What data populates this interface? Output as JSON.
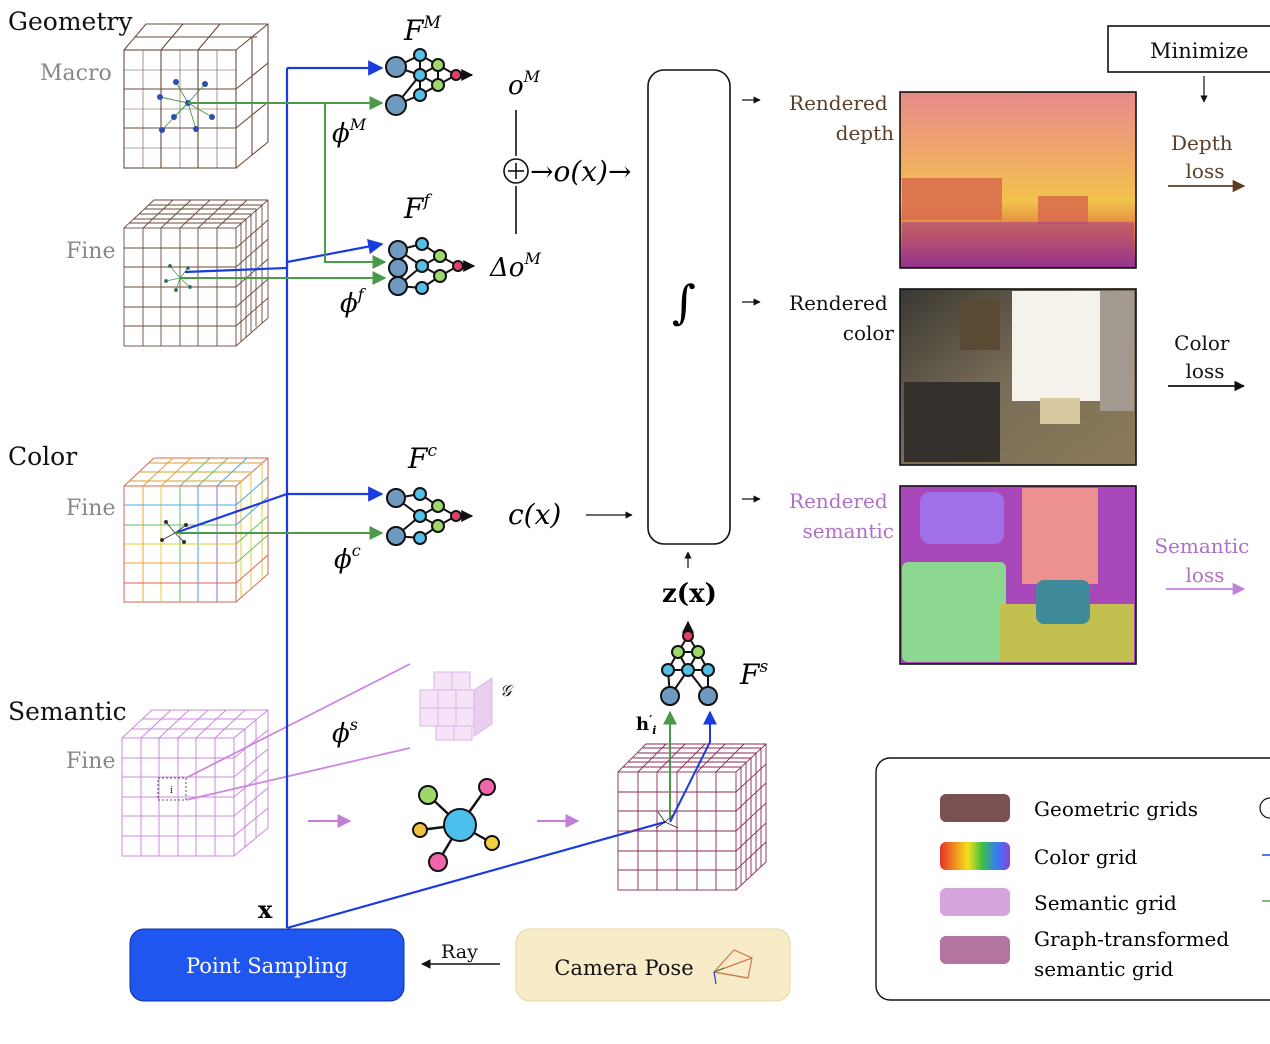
{
  "sections": {
    "geometry": "Geometry",
    "macro": "Macro",
    "fine1": "Fine",
    "color": "Color",
    "fine2": "Fine",
    "semantic": "Semantic",
    "fine3": "Fine"
  },
  "math": {
    "F_M_base": "F",
    "F_M_sup": "M",
    "phi_M_base": "ϕ",
    "phi_M_sup": "M",
    "o_M_base": "o",
    "o_M_sup": "M",
    "o_x": "→o(x)→",
    "F_f_base": "F",
    "F_f_sup": "f",
    "phi_f_base": "ϕ",
    "phi_f_sup": "f",
    "delta_o_base": "Δo",
    "delta_o_sup": "M",
    "F_c_base": "F",
    "F_c_sup": "c",
    "phi_c_base": "ϕ",
    "phi_c_sup": "c",
    "c_x": "c(x)",
    "phi_s_base": "ϕ",
    "phi_s_sup": "s",
    "G": "𝒢",
    "z_x": "z(x)",
    "F_s_base": "F",
    "F_s_sup": "s",
    "h_i_base": "h",
    "h_i_sup": "′",
    "h_i_sub": "i",
    "x": "x",
    "integral": "∫",
    "node_i": "i"
  },
  "outputs": {
    "rendered_depth": [
      "Rendered",
      "depth"
    ],
    "rendered_color": [
      "Rendered",
      "color"
    ],
    "rendered_semantic": [
      "Rendered",
      "semantic"
    ]
  },
  "losses": {
    "minimize": "Minimize",
    "depth_loss": [
      "Depth",
      "loss"
    ],
    "color_loss": [
      "Color",
      "loss"
    ],
    "semantic_loss": [
      "Semantic",
      "loss"
    ]
  },
  "bottom": {
    "point_sampling": "Point Sampling",
    "ray": "Ray",
    "camera_pose": "Camera Pose"
  },
  "legend": {
    "geometric_grids": "Geometric grids",
    "color_grid": "Color grid",
    "semantic_grid": "Semantic grid",
    "graph_transformed": [
      "Graph-transformed",
      "semantic grid"
    ]
  },
  "colors": {
    "geometry_grid": "#6b4a3a",
    "semantic_grid": "#cc88dd",
    "graph_grid": "#8a2a55",
    "blue_arrow": "#1a3be0",
    "green_arrow": "#4a9a4a",
    "depth_text": "#5a3e28",
    "semantic_text": "#b070c8",
    "point_sampling_bg": "#1f56f0",
    "camera_pose_bg": "#f8ecc8"
  }
}
